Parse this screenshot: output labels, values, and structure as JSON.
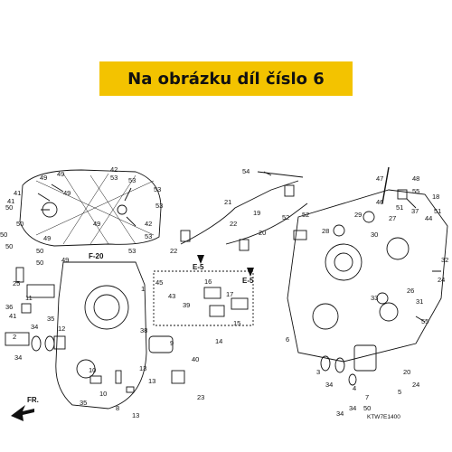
{
  "banner": {
    "text": "Na obrázku díl číslo 6",
    "color": "#f3c300"
  },
  "refs": {
    "f20": "F-20",
    "e5a": "E-5",
    "e5b": "E-5",
    "fr": "FR."
  },
  "code": "KTW7E1400",
  "callouts": {
    "l1": [
      "41",
      "49",
      "49",
      "49",
      "50",
      "53",
      "53",
      "53",
      "50",
      "50",
      "49",
      "50",
      "50",
      "41",
      "49",
      "50",
      "49",
      "53",
      "53",
      "42",
      "42",
      "53"
    ],
    "l2": [
      "25",
      "11",
      "36",
      "41",
      "34",
      "2",
      "35",
      "12",
      "34",
      "1",
      "38",
      "10",
      "10",
      "35",
      "13",
      "8",
      "13",
      "13",
      "9",
      "23",
      "45",
      "39",
      "43",
      "14",
      "15",
      "17",
      "16",
      "22",
      "40"
    ],
    "l3": [
      "54",
      "21",
      "22",
      "19",
      "20",
      "52",
      "52",
      "47",
      "46",
      "48",
      "55",
      "18",
      "29",
      "37",
      "27",
      "44",
      "30",
      "28",
      "51",
      "51",
      "33",
      "26",
      "31",
      "32",
      "24",
      "55",
      "6",
      "3",
      "34",
      "4",
      "7",
      "50",
      "34",
      "34",
      "20",
      "5",
      "24"
    ]
  }
}
